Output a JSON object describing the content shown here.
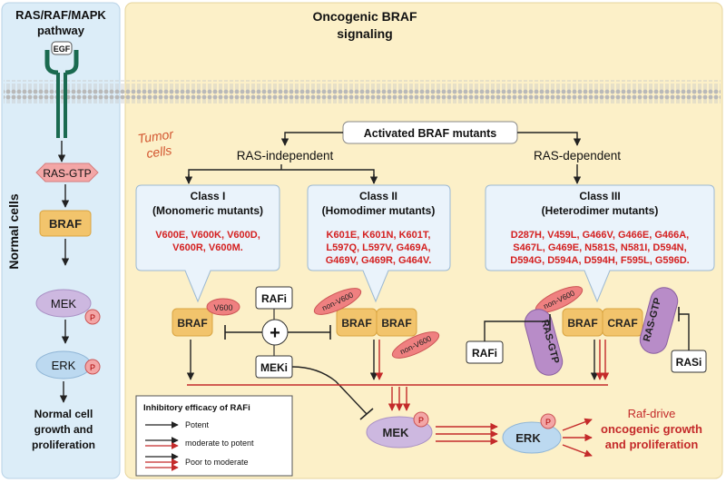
{
  "left_panel": {
    "title_line1": "RAS/RAF/MAPK",
    "title_line2": "pathway",
    "receptor_label": "EGF",
    "side_label": "Normal cells",
    "nodes": [
      "RAS-GTP",
      "BRAF",
      "MEK",
      "ERK"
    ],
    "phospho": "P",
    "outcome_line1": "Normal cell",
    "outcome_line2": "growth and",
    "outcome_line3": "proliferation"
  },
  "main_panel": {
    "title_line1": "Oncogenic BRAF",
    "title_line2": "signaling",
    "tumor_line1": "Tumor",
    "tumor_line2": "cells",
    "activated": "Activated BRAF mutants",
    "ras_independent": "RAS-independent",
    "ras_dependent": "RAS-dependent",
    "class1": {
      "title": "Class I",
      "subtitle": "(Monomeric mutants)",
      "mutants_line1": "V600E, V600K, V600D,",
      "mutants_line2": "V600R, V600M."
    },
    "class2": {
      "title": "Class II",
      "subtitle": "(Homodimer mutants)",
      "mutants_line1": "K601E, K601N, K601T,",
      "mutants_line2": "L597Q, L597V, G469A,",
      "mutants_line3": "G469V, G469R, G464V."
    },
    "class3": {
      "title": "Class III",
      "subtitle": "(Heterodimer mutants)",
      "mutants_line1": "D287H, V459L, G466V, G466E, G466A,",
      "mutants_line2": "S467L, G469E, N581S, N581I, D594N,",
      "mutants_line3": "D594G, D594A, D594H, F595L, G596D."
    },
    "braf": "BRAF",
    "craf": "CRAF",
    "v600": "V600",
    "non_v600": "non-V600",
    "rasgtp": "RAS-GTP",
    "rafi": "RAFi",
    "meki": "MEKi",
    "rasi": "RASi",
    "plus": "+",
    "mek": "MEK",
    "erk": "ERK",
    "phospho": "P",
    "raf_drive_line1": "Raf-drive",
    "raf_drive_line2": "oncogenic growth",
    "raf_drive_line3": "and proliferation"
  },
  "legend": {
    "title": "Inhibitory efficacy of RAFi",
    "items": [
      "Potent",
      "moderate to potent",
      "Poor to moderate"
    ]
  },
  "colors": {
    "left_bg": "#dcedf8",
    "main_bg": "#fcf0c8",
    "orange_box": "#f2c46c",
    "purple_oval": "#cdb8e0",
    "pink_node": "#f3a6a6",
    "red_text": "#d42020",
    "blue_node": "#bcd9f0"
  }
}
